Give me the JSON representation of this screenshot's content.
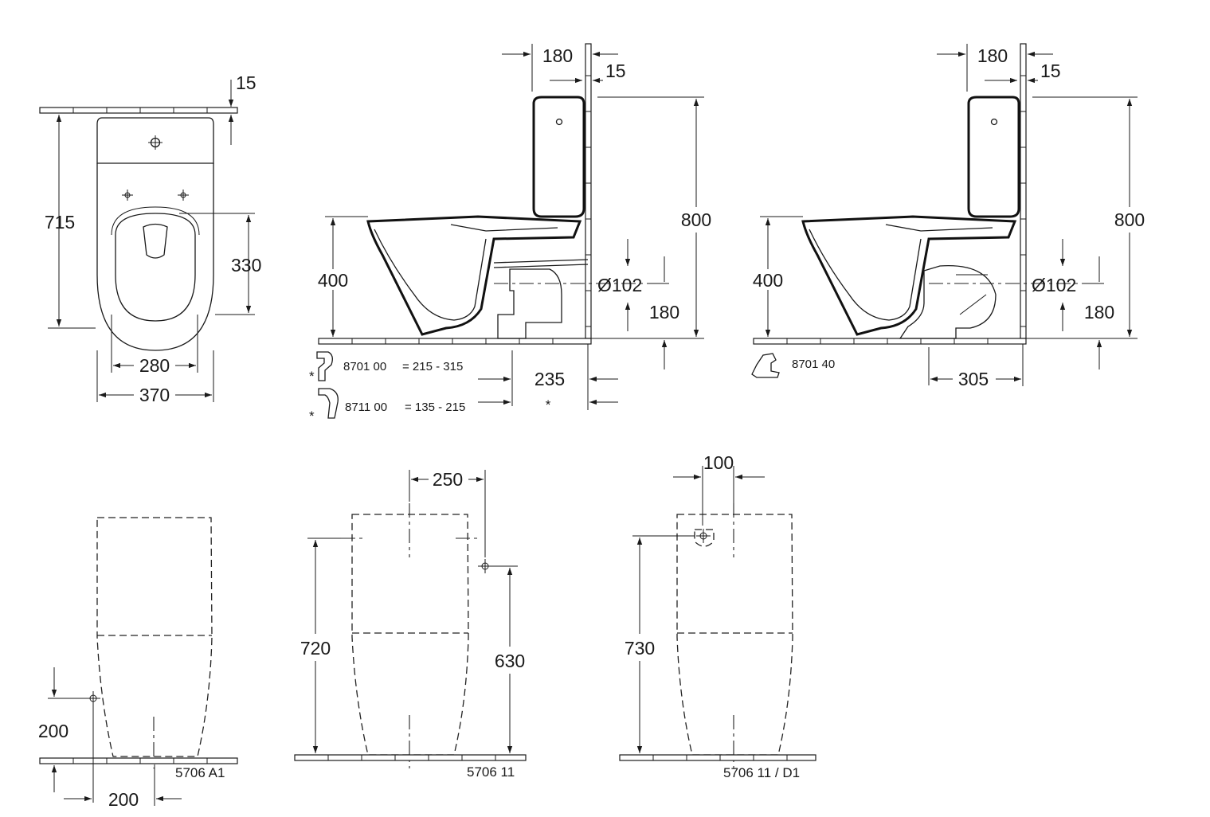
{
  "top_view": {
    "depth": "715",
    "wall_gap": "15",
    "bowl_offset": "330",
    "inner_width": "280",
    "outer_width": "370"
  },
  "side_view_a": {
    "tank_depth": "180",
    "wall_gap": "15",
    "total_height": "800",
    "seat_height": "400",
    "outlet_diameter": "Ø102",
    "outlet_height": "180",
    "outlet_distance": "235",
    "asterisk": "*",
    "accessories": [
      {
        "code": "8701 00",
        "range": "= 215 -  315",
        "mark": "*"
      },
      {
        "code": "8711 00",
        "range": "= 135 - 215",
        "mark": "*"
      }
    ]
  },
  "side_view_b": {
    "tank_depth": "180",
    "wall_gap": "15",
    "total_height": "800",
    "seat_height": "400",
    "outlet_diameter": "Ø102",
    "outlet_height": "180",
    "outlet_distance": "305",
    "accessory_code": "8701 40"
  },
  "front_view_1": {
    "inlet_height": "200",
    "inlet_offset": "200",
    "model": "5706 A1"
  },
  "front_view_2": {
    "inlet_spacing": "250",
    "height": "720",
    "inlet_height": "630",
    "model": "5706 11"
  },
  "front_view_3": {
    "inlet_spacing": "100",
    "height": "730",
    "model": "5706 11 / D1"
  }
}
